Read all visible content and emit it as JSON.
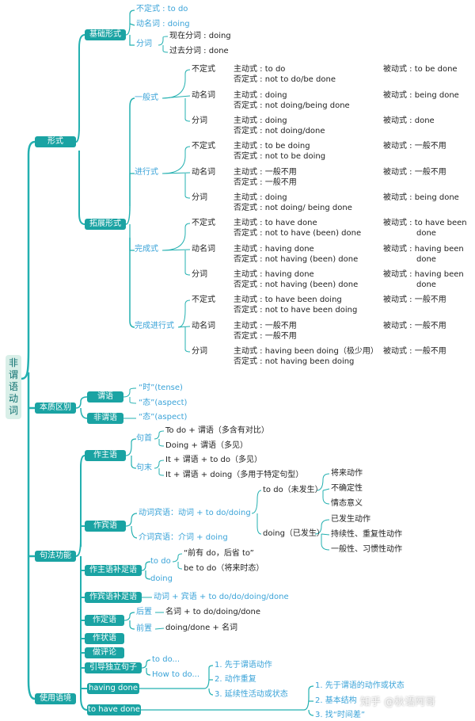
{
  "root": "非谓语动词",
  "colors": {
    "accent": "#1aa3a3",
    "line": "#23b0b0",
    "sub": "#3aa3d8",
    "text": "#222222"
  },
  "watermark": "知乎 @秋语阿哥",
  "level1": [
    "形式",
    "本质区别",
    "句法功能",
    "使用语境"
  ],
  "form": {
    "basic": {
      "label": "基础形式",
      "items": [
        "不定式 : to do",
        "动名词 : doing",
        "分词"
      ],
      "participle": [
        "现在分词 : doing",
        "过去分词 : done"
      ]
    },
    "extended": {
      "label": "拓展形式",
      "groups": [
        {
          "label": "一般式",
          "rows": [
            {
              "type": "不定式",
              "active": "主动式 : to  do",
              "negative": "否定式 : not to do/be done",
              "passive": "被动式 : to be done",
              "passive2": ""
            },
            {
              "type": "动名词",
              "active": "主动式 : doing",
              "negative": "否定式 : not doing/being done",
              "passive": "被动式 : being done",
              "passive2": ""
            },
            {
              "type": "分词",
              "active": "主动式 : doing",
              "negative": "否定式 : not doing/done",
              "passive": "被动式 : done",
              "passive2": ""
            }
          ]
        },
        {
          "label": "进行式",
          "rows": [
            {
              "type": "不定式",
              "active": "主动式 : to be doing",
              "negative": "否定式 : not to be doing",
              "passive": "被动式 : 一般不用",
              "passive2": ""
            },
            {
              "type": "动名词",
              "active": "主动式 : 一般不用",
              "negative": "否定式 : 一般不用",
              "passive": "被动式 : 一般不用",
              "passive2": ""
            },
            {
              "type": "分词",
              "active": "主动式 : doing",
              "negative": "否定式 : not doing/ being done",
              "passive": "被动式 : being done",
              "passive2": ""
            }
          ]
        },
        {
          "label": "完成式",
          "rows": [
            {
              "type": "不定式",
              "active": "主动式 : to have done",
              "negative": "否定式 : not to have (been) done",
              "passive": "被动式 : to have been",
              "passive2": "done"
            },
            {
              "type": "动名词",
              "active": "主动式 : having done",
              "negative": "否定式 : not having (been) done",
              "passive": "被动式 : having been",
              "passive2": "done"
            },
            {
              "type": "分词",
              "active": "主动式 : having done",
              "negative": "否定式 : not having (been) done",
              "passive": "被动式 : having been",
              "passive2": "done"
            }
          ]
        },
        {
          "label": "完成进行式",
          "rows": [
            {
              "type": "不定式",
              "active": "主动式 : to have been doing",
              "negative": "否定式 : not to have been doing",
              "passive": "被动式 : 一般不用",
              "passive2": ""
            },
            {
              "type": "动名词",
              "active": "主动式 : 一般不用",
              "negative": "否定式 : 一般不用",
              "passive": "被动式 : 一般不用",
              "passive2": ""
            },
            {
              "type": "分词",
              "active": "主动式 : having been doing（极少用）",
              "negative": "否定式 : not having been doing",
              "passive": "被动式 : 一般不用",
              "passive2": ""
            }
          ]
        }
      ]
    }
  },
  "essence": {
    "predicate": "谓语",
    "predicate_items": [
      "“时”(tense)",
      "“态”(aspect)"
    ],
    "nonpredicate": "非谓语",
    "nonpredicate_items": [
      "“态”(aspect)"
    ]
  },
  "syntax": {
    "subject": {
      "label": "作主语",
      "head_label": "句首",
      "head_items": [
        "To do + 谓语（多含有对比）",
        "Doing + 谓语（多见）"
      ],
      "tail_label": "句末",
      "tail_items": [
        "It + 谓语 + to do（多见）",
        "It + 谓语 + doing（多用于特定句型）"
      ]
    },
    "object": {
      "label": "作宾语",
      "verb_obj": "动词宾语：动词 + to do/doing",
      "prep_obj": "介词宾语：介词 + doing",
      "todo_label": "to do（未发生）",
      "todo_items": [
        "将来动作",
        "不确定性",
        "情态意义"
      ],
      "doing_label": "doing（已发生）",
      "doing_items": [
        "已发生动作",
        "持续性、重复性动作",
        "一般性、习惯性动作"
      ]
    },
    "subj_complement": {
      "label": "作主语补足语",
      "todo": "to do",
      "doing": "doing",
      "todo_items": [
        "“前有 do，后省 to”",
        "be to do（将来时态）"
      ]
    },
    "obj_complement": {
      "label": "作宾语补足语",
      "text": "动词 + 宾语 + to do/do/doing/done"
    },
    "attributive": {
      "label": "作定语",
      "post_label": "后置",
      "post_text": "名词 + to do/doing/done",
      "pre_label": "前置",
      "pre_text": "doing/done + 名词"
    },
    "adverbial": "作状语",
    "comment": "做评论",
    "independent": {
      "label": "引导独立句子",
      "items": [
        "to do...",
        "How to do..."
      ]
    }
  },
  "context": {
    "having_done": "having done",
    "having_done_items": [
      "1. 先于谓语动作",
      "2. 动作重复",
      "3. 延续性活动或状态"
    ],
    "to_have_done": "to have done",
    "to_have_done_items": [
      "1. 先于谓语的动作或状态",
      "2. 基本结构",
      "3. 找“时间差”"
    ]
  }
}
